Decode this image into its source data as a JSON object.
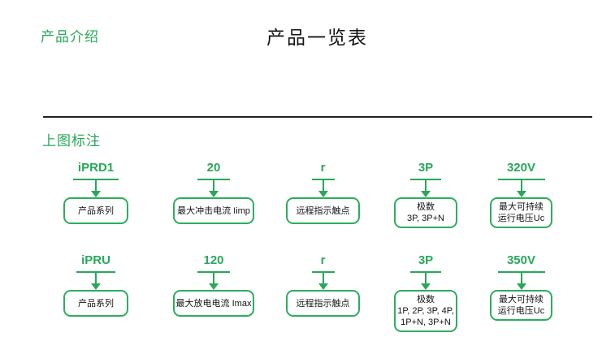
{
  "page": {
    "section_label": "产品介绍",
    "title": "产品一览表",
    "legend_heading": "上图标注"
  },
  "colors": {
    "accent_green": "#27a85a",
    "box_border_green": "#2bae5d",
    "text_dark": "#141414"
  },
  "diagram": {
    "rows": [
      {
        "items": [
          {
            "code": "iPRD1",
            "desc_lines": [
              "产品系列"
            ]
          },
          {
            "code": "20",
            "desc_lines": [
              "最大冲击电流 Iimp"
            ]
          },
          {
            "code": "r",
            "desc_lines": [
              "远程指示触点"
            ]
          },
          {
            "code": "3P",
            "desc_lines": [
              "极数",
              "3P, 3P+N"
            ]
          },
          {
            "code": "320V",
            "desc_lines": [
              "最大可持续",
              "运行电压Uc"
            ]
          }
        ]
      },
      {
        "items": [
          {
            "code": "iPRU",
            "desc_lines": [
              "产品系列"
            ]
          },
          {
            "code": "120",
            "desc_lines": [
              "最大放电电流 Imax"
            ]
          },
          {
            "code": "r",
            "desc_lines": [
              "远程指示触点"
            ]
          },
          {
            "code": "3P",
            "desc_lines": [
              "极数",
              "1P, 2P, 3P, 4P,",
              "1P+N, 3P+N"
            ]
          },
          {
            "code": "350V",
            "desc_lines": [
              "最大可持续",
              "运行电压Uc"
            ]
          }
        ]
      }
    ]
  }
}
